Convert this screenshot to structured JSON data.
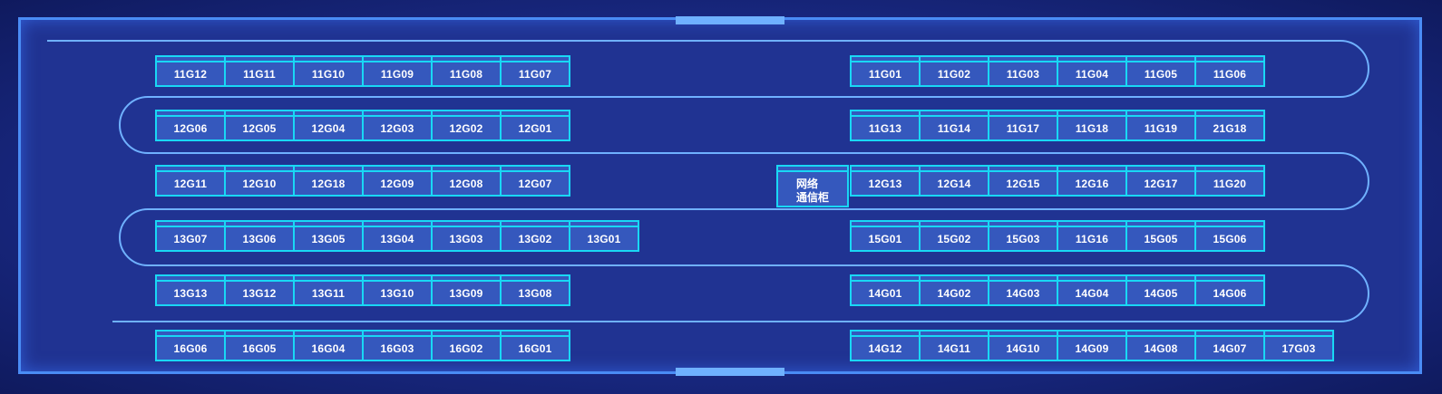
{
  "network_cabinet": {
    "line1": "网络",
    "line2": "通信柜"
  },
  "rows": [
    {
      "left": [
        "11G12",
        "11G11",
        "11G10",
        "11G09",
        "11G08",
        "11G07"
      ],
      "right": [
        "11G01",
        "11G02",
        "11G03",
        "11G04",
        "11G05",
        "11G06"
      ]
    },
    {
      "left": [
        "12G06",
        "12G05",
        "12G04",
        "12G03",
        "12G02",
        "12G01"
      ],
      "right": [
        "11G13",
        "11G14",
        "11G17",
        "11G18",
        "11G19",
        "21G18"
      ]
    },
    {
      "left": [
        "12G11",
        "12G10",
        "12G18",
        "12G09",
        "12G08",
        "12G07"
      ],
      "right": [
        "12G13",
        "12G14",
        "12G15",
        "12G16",
        "12G17",
        "11G20"
      ]
    },
    {
      "left": [
        "13G07",
        "13G06",
        "13G05",
        "13G04",
        "13G03",
        "13G02",
        "13G01"
      ],
      "right": [
        "15G01",
        "15G02",
        "15G03",
        "11G16",
        "15G05",
        "15G06"
      ]
    },
    {
      "left": [
        "13G13",
        "13G12",
        "13G11",
        "13G10",
        "13G09",
        "13G08"
      ],
      "right": [
        "14G01",
        "14G02",
        "14G03",
        "14G04",
        "14G05",
        "14G06"
      ]
    },
    {
      "left": [
        "16G06",
        "16G05",
        "16G04",
        "16G03",
        "16G02",
        "16G01"
      ],
      "right": [
        "14G12",
        "14G11",
        "14G10",
        "14G09",
        "14G08",
        "14G07",
        "17G03"
      ]
    }
  ],
  "colors": {
    "frame": "#4a8cf5",
    "cabinet_border": "#19d8f5",
    "cabinet_fill": "#3558bd",
    "path": "#6fb1ff"
  }
}
